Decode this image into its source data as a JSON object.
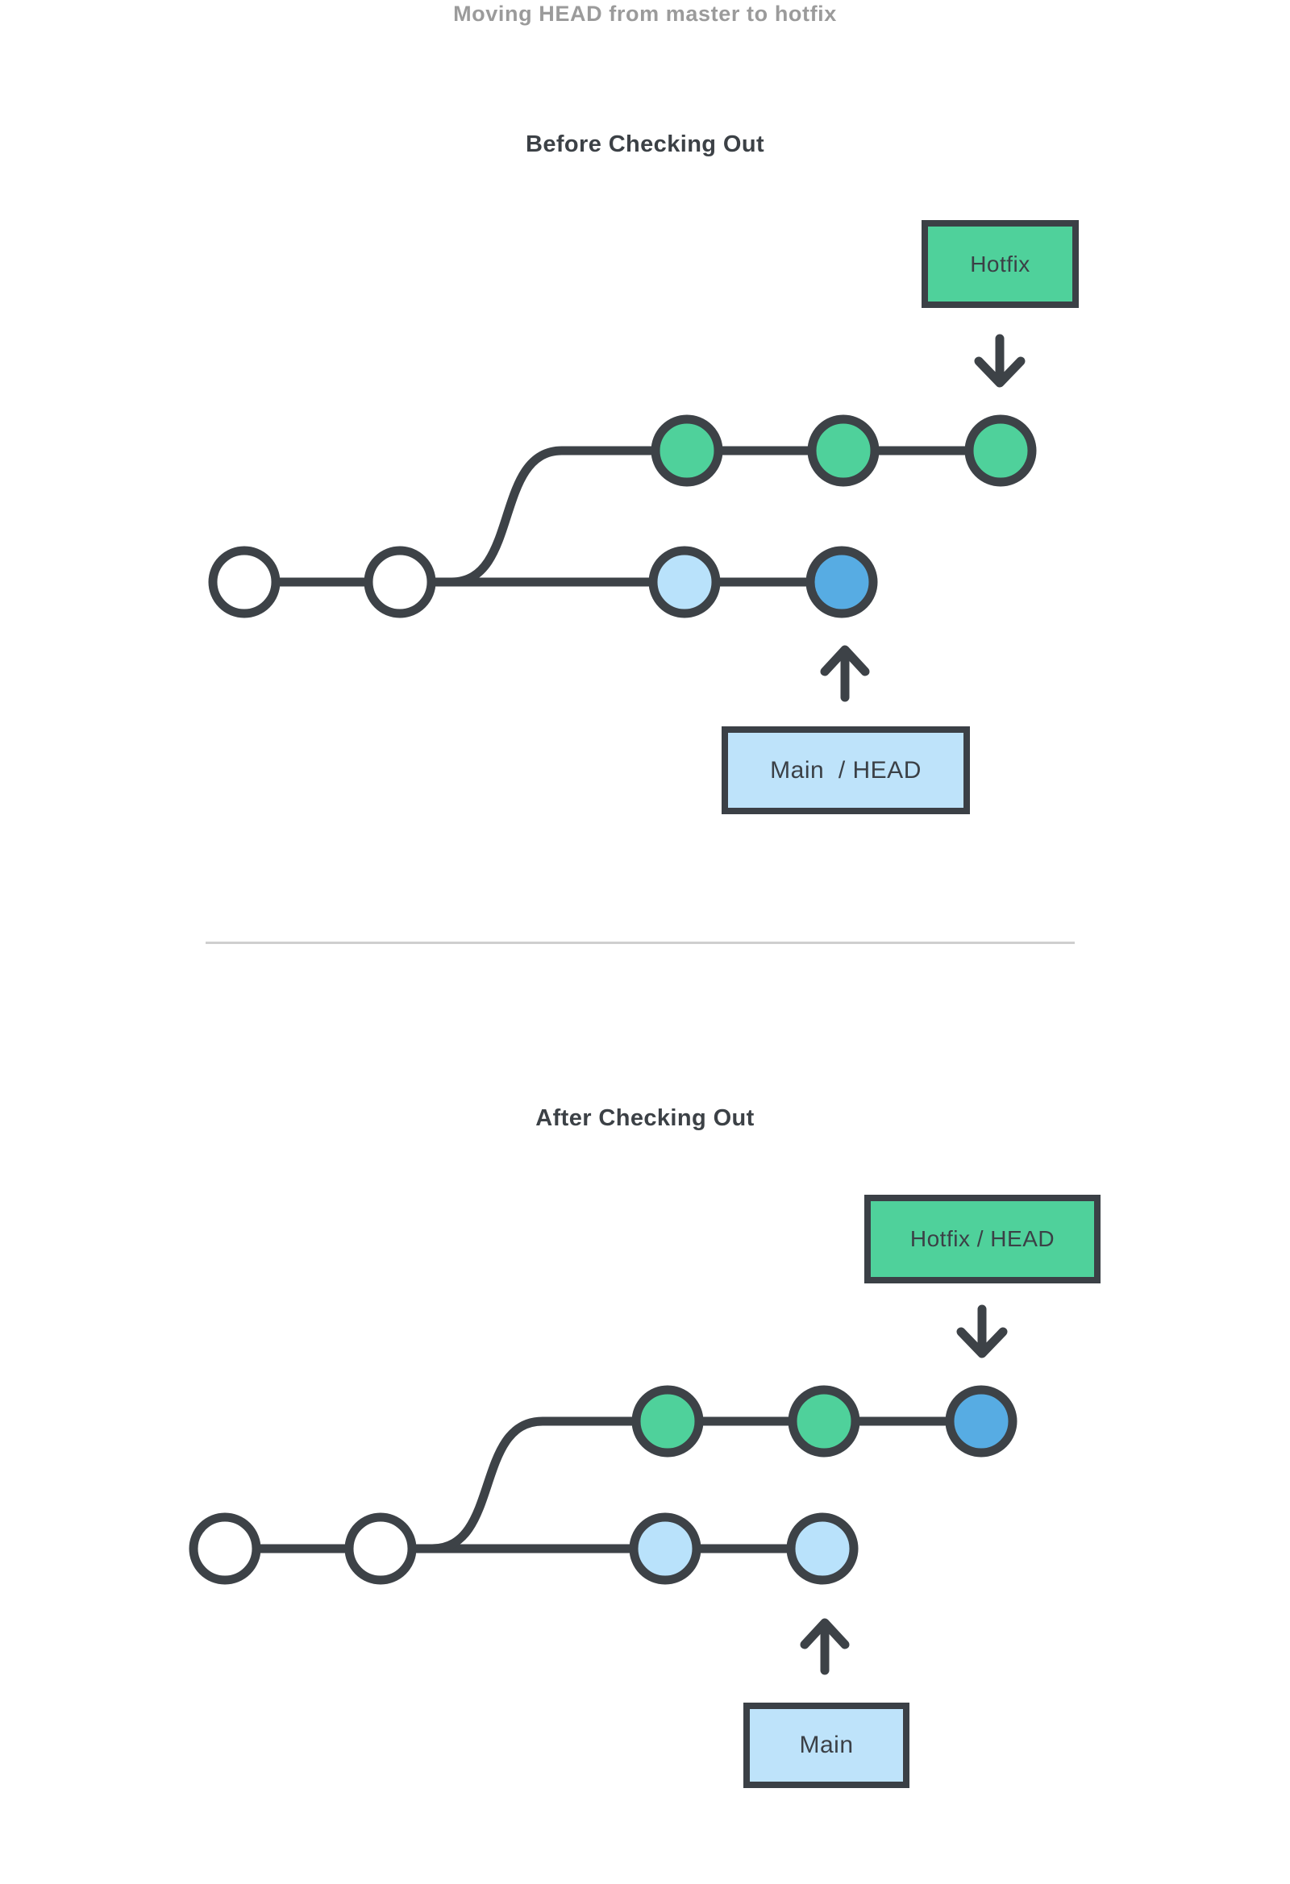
{
  "title": "Moving HEAD from master to hotfix",
  "sections": {
    "before": {
      "heading": "Before Checking Out",
      "hotfix_box_label": "Hotfix",
      "main_box_label": "Main  / HEAD",
      "hotfix_branch_commits": [
        "green",
        "green",
        "green"
      ],
      "main_branch_commits": [
        "white",
        "white",
        "light_blue",
        "blue_head"
      ]
    },
    "after": {
      "heading": "After Checking Out",
      "hotfix_box_label": "Hotfix / HEAD",
      "main_box_label": "Main",
      "hotfix_branch_commits": [
        "green",
        "green",
        "blue_head"
      ],
      "main_branch_commits": [
        "white",
        "white",
        "light_blue",
        "light_blue"
      ]
    }
  },
  "colors": {
    "commit_green": "#4fd19b",
    "commit_light_blue": "#b9e2fb",
    "commit_blue_head": "#57ace3",
    "commit_white": "#ffffff",
    "stroke_dark": "#3d4247",
    "box_green": "#4fd19b",
    "box_blue": "#bee3fa",
    "divider_gray": "#cfcfcf",
    "title_gray": "#9b9b9b",
    "heading_dark": "#3c4146"
  }
}
